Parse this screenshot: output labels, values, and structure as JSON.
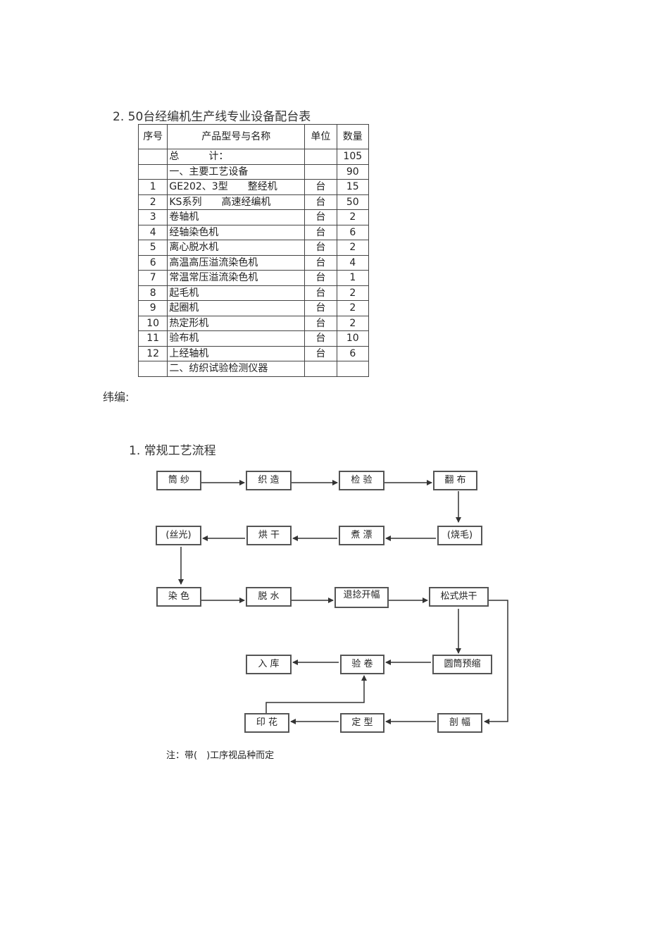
{
  "section_title": "2. 50台经编机生产线专业设备配台表",
  "table": {
    "headers": [
      "序号",
      "产品型号与名称",
      "单位",
      "数量"
    ],
    "rows": [
      {
        "no": "",
        "name": "总　　　计：",
        "unit": "",
        "qty": "105"
      },
      {
        "no": "",
        "name": "一、主要工艺设备",
        "unit": "",
        "qty": "90"
      },
      {
        "no": "1",
        "name": "GE202、3型　　整经机",
        "unit": "台",
        "qty": "15"
      },
      {
        "no": "2",
        "name": "KS系列　　高速经编机",
        "unit": "台",
        "qty": "50"
      },
      {
        "no": "3",
        "name": "卷轴机",
        "unit": "台",
        "qty": "2"
      },
      {
        "no": "4",
        "name": "经轴染色机",
        "unit": "台",
        "qty": "6"
      },
      {
        "no": "5",
        "name": "离心脱水机",
        "unit": "台",
        "qty": "2"
      },
      {
        "no": "6",
        "name": "高温高压溢流染色机",
        "unit": "台",
        "qty": "4"
      },
      {
        "no": "7",
        "name": "常温常压溢流染色机",
        "unit": "台",
        "qty": "1"
      },
      {
        "no": "8",
        "name": "起毛机",
        "unit": "台",
        "qty": "2"
      },
      {
        "no": "9",
        "name": "起圈机",
        "unit": "台",
        "qty": "2"
      },
      {
        "no": "10",
        "name": "热定形机",
        "unit": "台",
        "qty": "2"
      },
      {
        "no": "11",
        "name": "验布机",
        "unit": "台",
        "qty": "10"
      },
      {
        "no": "12",
        "name": "上经轴机",
        "unit": "台",
        "qty": "6"
      },
      {
        "no": "",
        "name": "二、纺织试验检测仪器",
        "unit": "",
        "qty": ""
      }
    ]
  },
  "weft_label": "纬编:",
  "flow_title": "1. 常规工艺流程",
  "flow": {
    "steps": {
      "tongsha": "筒 纱",
      "zhizao": "织 造",
      "jianyan": "检 验",
      "fanbu": "翻 布",
      "shaomao": "(烧毛)",
      "zhupiao": "煮 漂",
      "honggan1": "烘 干",
      "siguang": "(丝光)",
      "ranse": "染 色",
      "tuoshui": "脱 水",
      "tuinian": "退捻开幅",
      "songshi": "松式烘干",
      "yuantong": "圆筒预缩",
      "yanjuan": "验 卷",
      "ruku": "入 库",
      "yinhua": "印 花",
      "dingxing": "定 型",
      "poufu": "剖 幅"
    },
    "note": "注：带(　)工序视品种而定"
  }
}
